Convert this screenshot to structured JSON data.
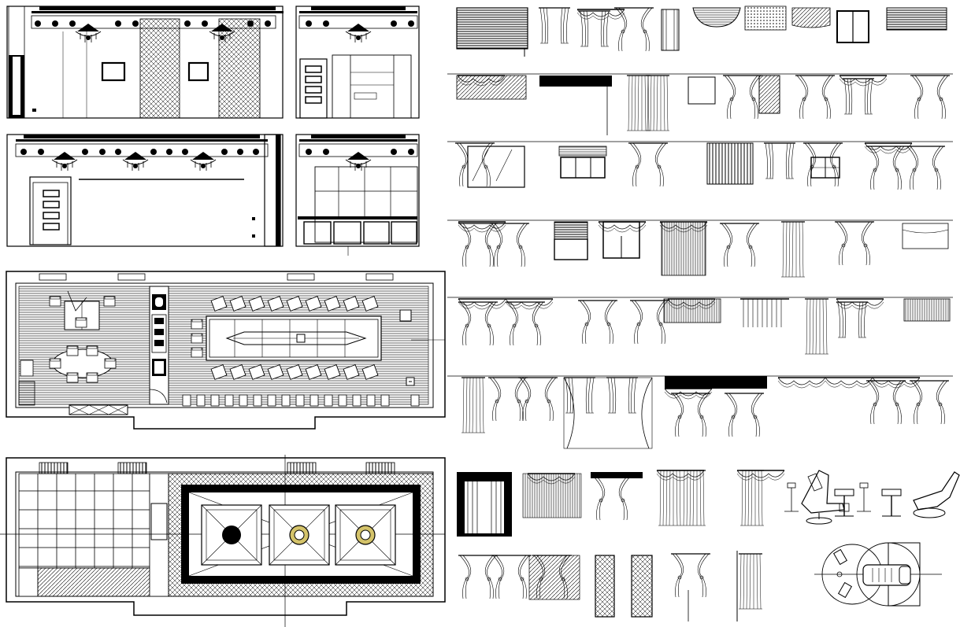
{
  "drawing": {
    "type": "cad-sheet",
    "stroke_color": "#000000",
    "background_color": "#ffffff",
    "accent_color": "#d4c36a"
  },
  "groups": {
    "elevations": {
      "count": 4
    },
    "office_plan": {
      "conference_chairs_per_side": 9,
      "small_table_chairs": 6
    },
    "ceiling_plan": {
      "ceiling_lights": 3
    },
    "curtain_library": {
      "rows": 8
    },
    "dental_units": {
      "count": 3
    }
  }
}
